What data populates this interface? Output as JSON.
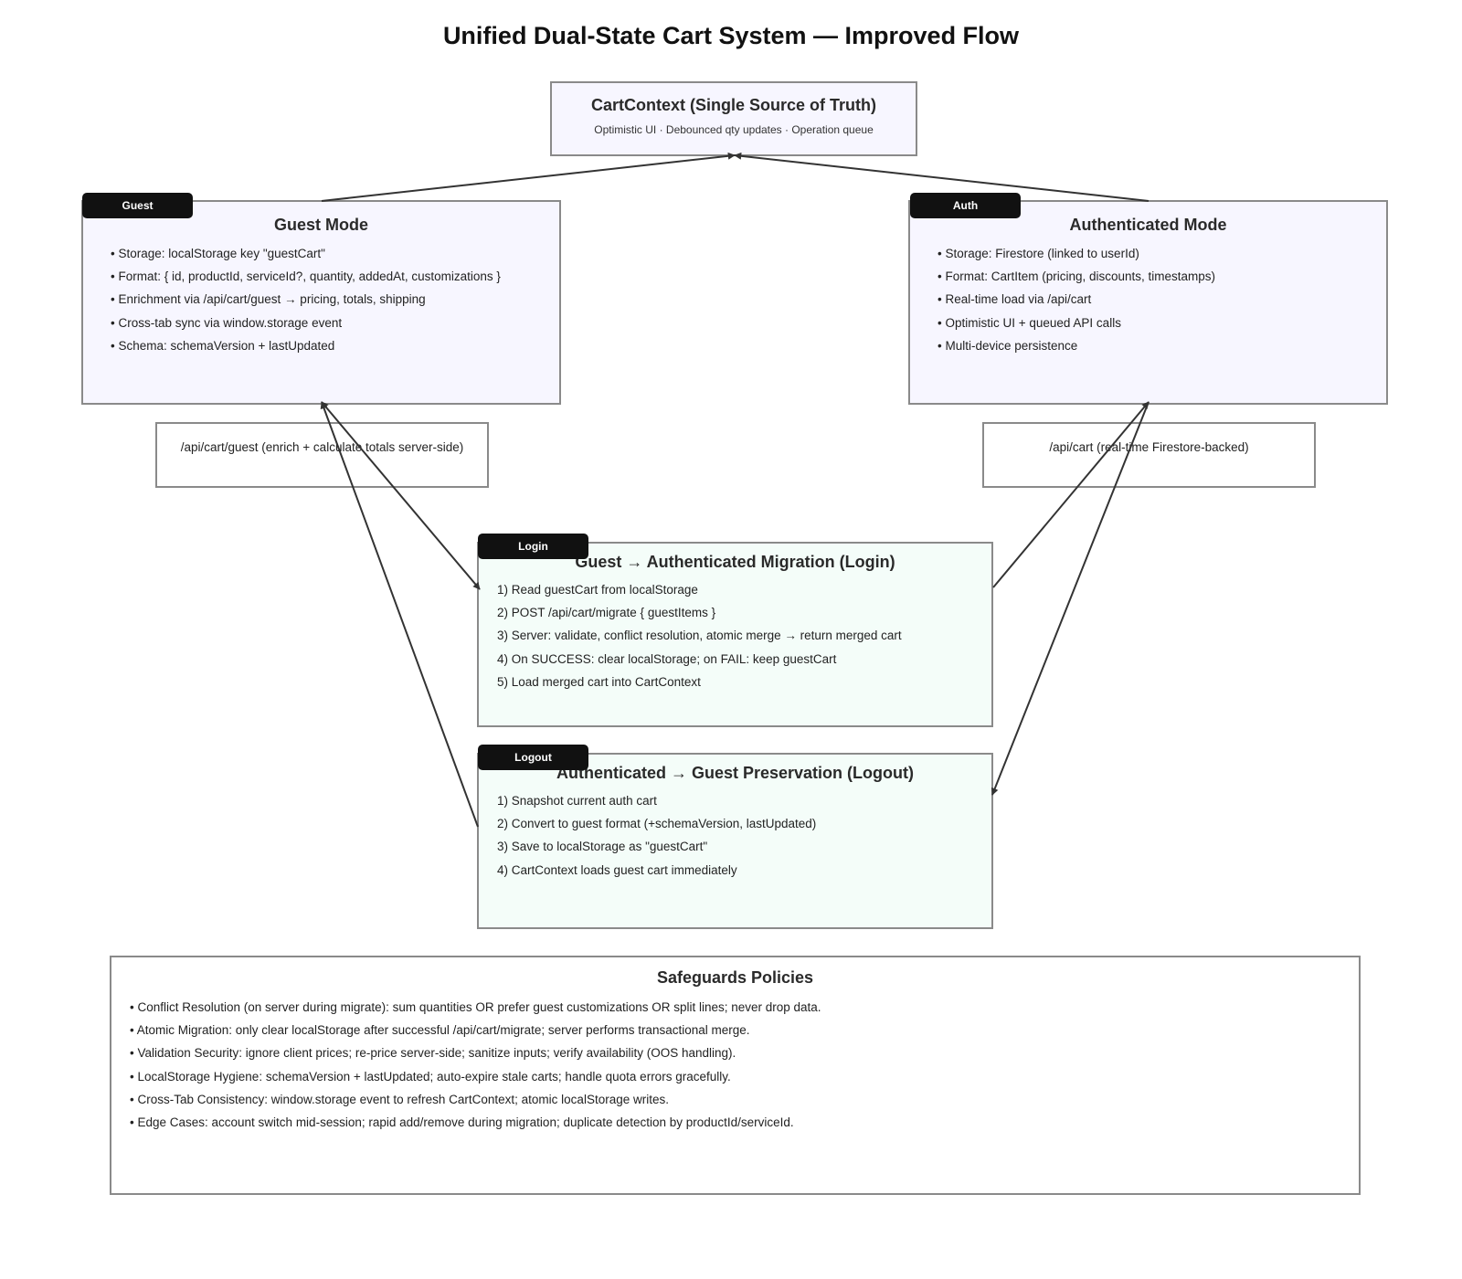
{
  "title": "Unified Dual-State Cart System — Improved Flow",
  "cart_context": {
    "title": "CartContext (Single Source of Truth)",
    "subtitle": "Optimistic UI · Debounced qty updates · Operation queue"
  },
  "guest": {
    "badge": "Guest",
    "title": "Guest Mode",
    "lines": [
      "• Storage: localStorage key \"guestCart\"",
      "• Format: { id, productId, serviceId?, quantity, addedAt, customizations }",
      "• Enrichment via /api/cart/guest → pricing, totals, shipping",
      "• Cross-tab sync via window.storage event",
      "• Schema: schemaVersion + lastUpdated"
    ],
    "api": "/api/cart/guest (enrich + calculate totals server-side)"
  },
  "auth": {
    "badge": "Auth",
    "title": "Authenticated Mode",
    "lines": [
      "• Storage: Firestore (linked to userId)",
      "• Format: CartItem (pricing, discounts, timestamps)",
      "• Real-time load via /api/cart",
      "• Optimistic UI + queued API calls",
      "• Multi-device persistence"
    ],
    "api": "/api/cart (real-time Firestore-backed)"
  },
  "login": {
    "badge": "Login",
    "title": "Guest → Authenticated Migration (Login)",
    "lines": [
      "1) Read guestCart from localStorage",
      "2) POST /api/cart/migrate { guestItems }",
      "3) Server: validate, conflict resolution, atomic merge → return merged cart",
      "4) On SUCCESS: clear localStorage; on FAIL: keep guestCart",
      "5) Load merged cart into CartContext"
    ]
  },
  "logout": {
    "badge": "Logout",
    "title": "Authenticated → Guest Preservation (Logout)",
    "lines": [
      "1) Snapshot current auth cart",
      "2) Convert to guest format (+schemaVersion, lastUpdated)",
      "3) Save to localStorage as \"guestCart\"",
      "4) CartContext loads guest cart immediately"
    ]
  },
  "safeguards": {
    "title": "Safeguards Policies",
    "lines": [
      "• Conflict Resolution (on server during migrate): sum quantities OR prefer guest customizations OR split lines; never drop data.",
      "• Atomic Migration: only clear localStorage after successful /api/cart/migrate; server performs transactional merge.",
      "• Validation Security: ignore client prices; re-price server-side; sanitize inputs; verify availability (OOS handling).",
      "• LocalStorage Hygiene: schemaVersion + lastUpdated; auto-expire stale carts; handle quota errors gracefully.",
      "• Cross-Tab Consistency: window.storage event to refresh CartContext; atomic localStorage writes.",
      "• Edge Cases: account switch mid-session; rapid add/remove during migration; duplicate detection by productId/serviceId."
    ]
  },
  "colors": {
    "box_border": "#8a8a8a",
    "mode_fill": "#f7f6ff",
    "flow_fill": "#f4fdf9",
    "badge_fill": "#111111",
    "arrow": "#333333"
  }
}
